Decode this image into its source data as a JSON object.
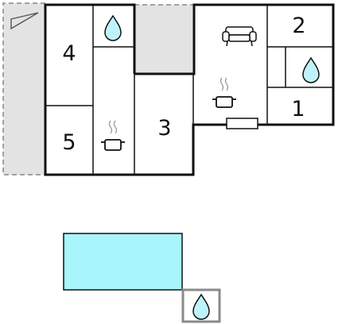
{
  "floor_plan": {
    "rooms": [
      {
        "label": "1"
      },
      {
        "label": "2"
      },
      {
        "label": "3"
      },
      {
        "label": "4"
      },
      {
        "label": "5"
      }
    ],
    "icons": [
      "terrace-flag-icon",
      "water-drop-icon",
      "water-drop-icon",
      "water-drop-icon",
      "cooking-pot-icon",
      "cooking-pot-icon",
      "sofa-icon",
      "radiator-icon"
    ]
  },
  "colors": {
    "wall": "#111111",
    "terrace": "#e3e3e3",
    "pool": "#a8f6fb",
    "drop": "#bff3fb",
    "annex_border": "#8a8a8a"
  }
}
